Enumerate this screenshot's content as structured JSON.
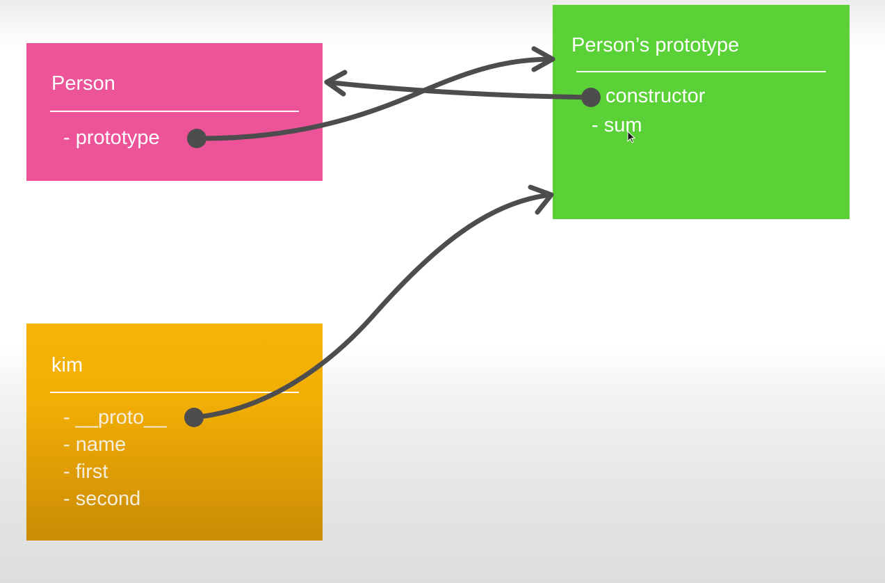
{
  "diagram": {
    "person": {
      "title": "Person",
      "items": [
        "- prototype"
      ]
    },
    "prototype": {
      "title": "Person’s prototype",
      "items": [
        "constructor",
        "- sum"
      ]
    },
    "kim": {
      "title": "kim",
      "items": [
        "- __proto__",
        "- name",
        "- first",
        "- second"
      ]
    }
  },
  "colors": {
    "person": "#ec5399",
    "prototype": "#5ad237",
    "kim": "#f1ad05",
    "arrow": "#4d4d4d"
  },
  "edges": [
    {
      "from": "person.prototype",
      "to": "prototype",
      "label": ""
    },
    {
      "from": "prototype.constructor",
      "to": "person",
      "label": ""
    },
    {
      "from": "kim.__proto__",
      "to": "prototype",
      "label": ""
    }
  ]
}
